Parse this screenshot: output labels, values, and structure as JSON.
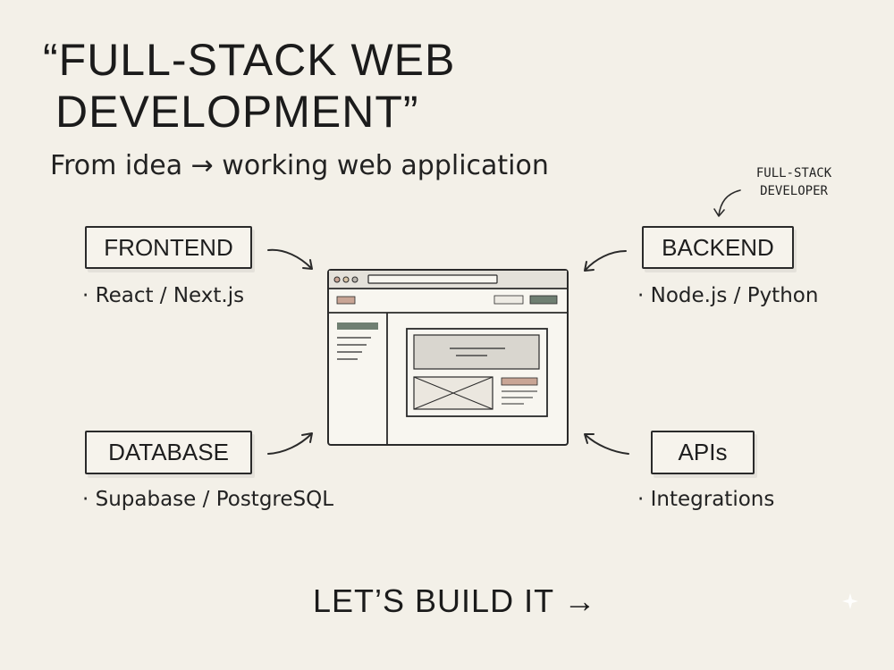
{
  "title": {
    "line1": "“FULL-STACK WEB",
    "line2": "DEVELOPMENT”"
  },
  "subtitle": "From idea → working web application",
  "developer_tag": {
    "line1": "FULL-STACK",
    "line2": "DEVELOPER"
  },
  "cards": {
    "frontend": {
      "label": "FRONTEND",
      "bullet": "· React / Next.js"
    },
    "backend": {
      "label": "BACKEND",
      "bullet": "· Node.js / Python"
    },
    "database": {
      "label": "DATABASE",
      "bullet": "· Supabase / PostgreSQL"
    },
    "apis": {
      "label": "APIs",
      "bullet": "· Integrations"
    }
  },
  "cta": "LET’S BUILD IT →",
  "colors": {
    "background": "#f3f0e8",
    "ink": "#2a2a2a",
    "accent_salmon": "#c9a595",
    "accent_green": "#6f7f72",
    "panel_gray": "#d9d6cf"
  },
  "icons": [
    "arrow-icon",
    "browser-window-icon",
    "sparkle-icon"
  ]
}
